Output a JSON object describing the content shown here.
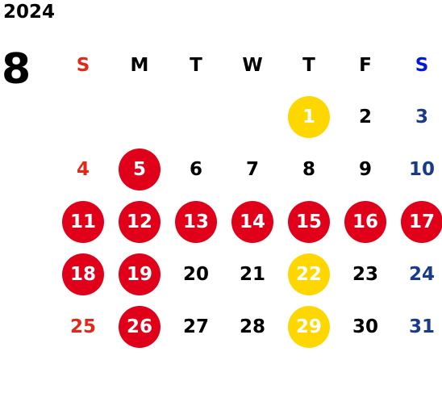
{
  "year": "2024",
  "month": "8",
  "colors": {
    "sunday": "#e32718",
    "saturday": "#1a3a8c",
    "saturday_header": "#0019e0",
    "weekday": "#000000",
    "red_circle": "#e0001a",
    "yellow_circle": "#ffd700",
    "circle_text": "#ffffff"
  },
  "weekdays": [
    "S",
    "M",
    "T",
    "W",
    "T",
    "F",
    "S"
  ],
  "weeks": [
    [
      {
        "d": ""
      },
      {
        "d": ""
      },
      {
        "d": ""
      },
      {
        "d": ""
      },
      {
        "d": "1",
        "mark": "yellow"
      },
      {
        "d": "2"
      },
      {
        "d": "3"
      }
    ],
    [
      {
        "d": "4"
      },
      {
        "d": "5",
        "mark": "red"
      },
      {
        "d": "6"
      },
      {
        "d": "7"
      },
      {
        "d": "8"
      },
      {
        "d": "9"
      },
      {
        "d": "10"
      }
    ],
    [
      {
        "d": "11",
        "mark": "red"
      },
      {
        "d": "12",
        "mark": "red"
      },
      {
        "d": "13",
        "mark": "red"
      },
      {
        "d": "14",
        "mark": "red"
      },
      {
        "d": "15",
        "mark": "red"
      },
      {
        "d": "16",
        "mark": "red"
      },
      {
        "d": "17",
        "mark": "red"
      }
    ],
    [
      {
        "d": "18",
        "mark": "red"
      },
      {
        "d": "19",
        "mark": "red"
      },
      {
        "d": "20"
      },
      {
        "d": "21"
      },
      {
        "d": "22",
        "mark": "yellow"
      },
      {
        "d": "23"
      },
      {
        "d": "24"
      }
    ],
    [
      {
        "d": "25"
      },
      {
        "d": "26",
        "mark": "red"
      },
      {
        "d": "27"
      },
      {
        "d": "28"
      },
      {
        "d": "29",
        "mark": "yellow"
      },
      {
        "d": "30"
      },
      {
        "d": "31"
      }
    ]
  ]
}
